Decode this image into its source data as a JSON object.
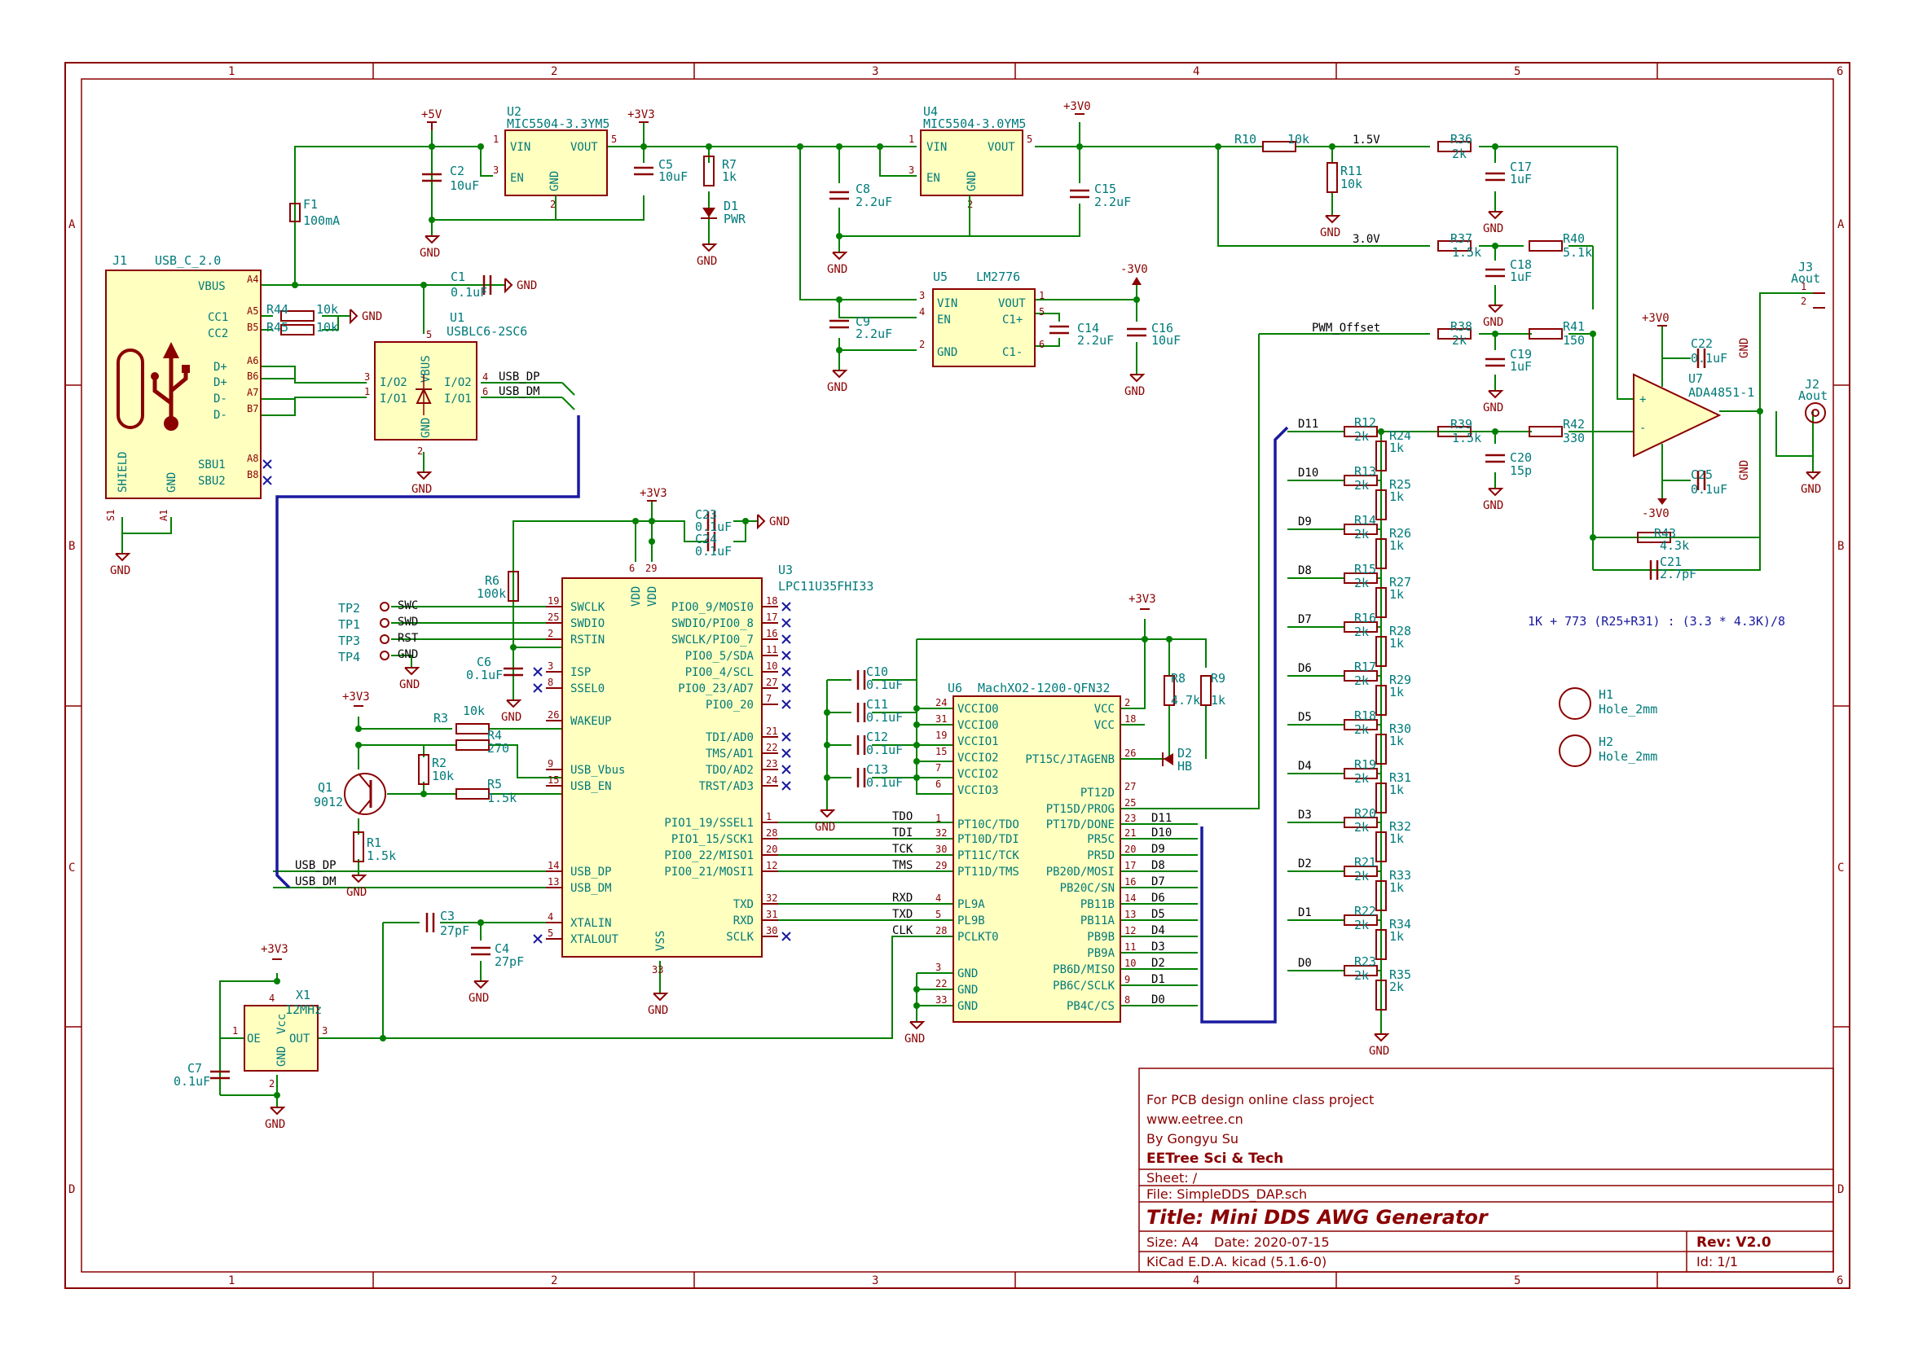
{
  "sheet": {
    "zones_x": [
      "1",
      "2",
      "3",
      "4",
      "5",
      "6"
    ],
    "zones_y": [
      "A",
      "B",
      "C",
      "D"
    ]
  },
  "parts": {
    "J1": {
      "ref": "J1",
      "value": "USB_C_2.0",
      "pins": [
        "VBUS",
        "CC1",
        "CC2",
        "D+",
        "D+",
        "D-",
        "D-",
        "SBU1",
        "SBU2",
        "SHIELD",
        "GND"
      ],
      "pinnums": [
        "A4",
        "A5",
        "B5",
        "A6",
        "B6",
        "A7",
        "B7",
        "A8",
        "B8",
        "S1",
        "A1"
      ]
    },
    "U1": {
      "ref": "U1",
      "value": "USBLC6-2SC6",
      "pins": [
        "VBUS",
        "I/O2",
        "I/O1",
        "I/O2",
        "I/O1",
        "GND"
      ],
      "pinnums": [
        "5",
        "3",
        "1",
        "4",
        "6",
        "2"
      ]
    },
    "U2": {
      "ref": "U2",
      "value": "MIC5504-3.3YM5",
      "pins": [
        "VIN",
        "EN",
        "VOUT",
        "GND"
      ],
      "pinnums": [
        "1",
        "3",
        "5",
        "2"
      ]
    },
    "U4": {
      "ref": "U4",
      "value": "MIC5504-3.0YM5",
      "pins": [
        "VIN",
        "EN",
        "VOUT",
        "GND"
      ],
      "pinnums": [
        "1",
        "3",
        "5",
        "2"
      ]
    },
    "U5": {
      "ref": "U5",
      "value": "LM2776",
      "pins": [
        "VIN",
        "EN",
        "GND",
        "VOUT",
        "C1+",
        "C1-"
      ],
      "pinnums": [
        "3",
        "4",
        "2",
        "1",
        "5",
        "6"
      ]
    },
    "U3": {
      "ref": "U3",
      "value": "LPC11U35FHI33",
      "left_pins": [
        "SWCLK",
        "SWDIO",
        "RSTIN",
        "ISP",
        "SSEL0",
        "WAKEUP",
        "USB_Vbus",
        "USB_EN",
        "USB_DP",
        "USB_DM",
        "XTALIN",
        "XTALOUT"
      ],
      "left_nums": [
        "19",
        "25",
        "2",
        "3",
        "8",
        "26",
        "9",
        "15",
        "14",
        "13",
        "4",
        "5"
      ],
      "right_pins": [
        "PIO0_9/MOSI0",
        "SWDIO/PIO0_8",
        "SWCLK/PIO0_7",
        "PIO0_5/SDA",
        "PIO0_4/SCL",
        "PIO0_23/AD7",
        "PIO0_20",
        "TDI/AD0",
        "TMS/AD1",
        "TDO/AD2",
        "TRST/AD3",
        "PIO1_19/SSEL1",
        "PIO1_15/SCK1",
        "PIO0_22/MISO1",
        "PIO0_21/MOSI1",
        "TXD",
        "RXD",
        "SCLK"
      ],
      "right_nums": [
        "18",
        "17",
        "16",
        "11",
        "10",
        "27",
        "7",
        "21",
        "22",
        "23",
        "24",
        "1",
        "28",
        "20",
        "12",
        "32",
        "31",
        "30"
      ],
      "top_pins": [
        "VDD",
        "VDD"
      ],
      "top_nums": [
        "6",
        "29"
      ],
      "bottom_pins": [
        "VSS"
      ],
      "bottom_nums": [
        "33"
      ]
    },
    "U6": {
      "ref": "U6",
      "value": "MachXO2-1200-QFN32",
      "left_pins": [
        "VCCIO0",
        "VCCIO0",
        "VCCIO1",
        "VCCIO2",
        "VCCIO2",
        "VCCIO3",
        "PT10C/TDO",
        "PT10D/TDI",
        "PT11C/TCK",
        "PT11D/TMS",
        "PL9A",
        "PL9B",
        "PCLKT0",
        "GND",
        "GND",
        "GND"
      ],
      "left_nums": [
        "24",
        "31",
        "19",
        "15",
        "7",
        "6",
        "1",
        "32",
        "30",
        "29",
        "4",
        "5",
        "28",
        "3",
        "22",
        "33"
      ],
      "right_pins": [
        "VCC",
        "VCC",
        "PT15C/JTAGENB",
        "PT12D",
        "PT15D/PROG",
        "PT17D/DONE",
        "PR5C",
        "PR5D",
        "PB20D/MOSI",
        "PB20C/SN",
        "PB11B",
        "PB11A",
        "PB9B",
        "PB9A",
        "PB6D/MISO",
        "PB6C/SCLK",
        "PB4C/CS"
      ],
      "right_nums": [
        "2",
        "18",
        "26",
        "27",
        "25",
        "23",
        "21",
        "20",
        "17",
        "16",
        "14",
        "13",
        "12",
        "11",
        "10",
        "9",
        "8"
      ]
    },
    "U7": {
      "ref": "U7",
      "value": "ADA4851-1"
    },
    "Q1": {
      "ref": "Q1",
      "value": "9012"
    },
    "X1": {
      "ref": "X1",
      "value": "12MHz",
      "pins": [
        "OE",
        "Vcc",
        "GND",
        "OUT"
      ],
      "pinnums": [
        "1",
        "4",
        "2",
        "3"
      ]
    },
    "J2": {
      "ref": "J2",
      "value": "Aout"
    },
    "J3": {
      "ref": "J3",
      "value": "Aout"
    },
    "H1": {
      "ref": "H1",
      "value": "Hole_2mm"
    },
    "H2": {
      "ref": "H2",
      "value": "Hole_2mm"
    },
    "F1": {
      "ref": "F1",
      "value": "100mA"
    },
    "D1": {
      "ref": "D1",
      "value": "PWR"
    },
    "D2": {
      "ref": "D2",
      "value": "HB"
    }
  },
  "passives": [
    {
      "ref": "C1",
      "value": "0.1uF"
    },
    {
      "ref": "C2",
      "value": "10uF"
    },
    {
      "ref": "C3",
      "value": "27pF"
    },
    {
      "ref": "C4",
      "value": "27pF"
    },
    {
      "ref": "C5",
      "value": "10uF"
    },
    {
      "ref": "C6",
      "value": "0.1uF"
    },
    {
      "ref": "C7",
      "value": "0.1uF"
    },
    {
      "ref": "C8",
      "value": "2.2uF"
    },
    {
      "ref": "C9",
      "value": "2.2uF"
    },
    {
      "ref": "C10",
      "value": "0.1uF"
    },
    {
      "ref": "C11",
      "value": "0.1uF"
    },
    {
      "ref": "C12",
      "value": "0.1uF"
    },
    {
      "ref": "C13",
      "value": "0.1uF"
    },
    {
      "ref": "C14",
      "value": "2.2uF"
    },
    {
      "ref": "C15",
      "value": "2.2uF"
    },
    {
      "ref": "C16",
      "value": "10uF"
    },
    {
      "ref": "C17",
      "value": "1uF"
    },
    {
      "ref": "C18",
      "value": "1uF"
    },
    {
      "ref": "C19",
      "value": "1uF"
    },
    {
      "ref": "C20",
      "value": "15p"
    },
    {
      "ref": "C21",
      "value": "2.7pF"
    },
    {
      "ref": "C22",
      "value": "0.1uF"
    },
    {
      "ref": "C23",
      "value": "0.1uF"
    },
    {
      "ref": "C24",
      "value": "0.1uF"
    },
    {
      "ref": "C25",
      "value": "0.1uF"
    },
    {
      "ref": "R1",
      "value": "1.5k"
    },
    {
      "ref": "R2",
      "value": "10k"
    },
    {
      "ref": "R3",
      "value": "10k"
    },
    {
      "ref": "R4",
      "value": "270"
    },
    {
      "ref": "R5",
      "value": "1.5k"
    },
    {
      "ref": "R6",
      "value": "100k"
    },
    {
      "ref": "R7",
      "value": "1k"
    },
    {
      "ref": "R8",
      "value": "4.7k"
    },
    {
      "ref": "R9",
      "value": "1k"
    },
    {
      "ref": "R10",
      "value": "10k"
    },
    {
      "ref": "R11",
      "value": "10k"
    },
    {
      "ref": "R12",
      "value": "2k"
    },
    {
      "ref": "R13",
      "value": "2k"
    },
    {
      "ref": "R14",
      "value": "2k"
    },
    {
      "ref": "R15",
      "value": "2k"
    },
    {
      "ref": "R16",
      "value": "2k"
    },
    {
      "ref": "R17",
      "value": "2k"
    },
    {
      "ref": "R18",
      "value": "2k"
    },
    {
      "ref": "R19",
      "value": "2k"
    },
    {
      "ref": "R20",
      "value": "2k"
    },
    {
      "ref": "R21",
      "value": "2k"
    },
    {
      "ref": "R22",
      "value": "2k"
    },
    {
      "ref": "R23",
      "value": "2k"
    },
    {
      "ref": "R24",
      "value": "1k"
    },
    {
      "ref": "R25",
      "value": "1k"
    },
    {
      "ref": "R26",
      "value": "1k"
    },
    {
      "ref": "R27",
      "value": "1k"
    },
    {
      "ref": "R28",
      "value": "1k"
    },
    {
      "ref": "R29",
      "value": "1k"
    },
    {
      "ref": "R30",
      "value": "1k"
    },
    {
      "ref": "R31",
      "value": "1k"
    },
    {
      "ref": "R32",
      "value": "1k"
    },
    {
      "ref": "R33",
      "value": "1k"
    },
    {
      "ref": "R34",
      "value": "1k"
    },
    {
      "ref": "R35",
      "value": "2k"
    },
    {
      "ref": "R36",
      "value": "2k"
    },
    {
      "ref": "R37",
      "value": "1.5k"
    },
    {
      "ref": "R38",
      "value": "2k"
    },
    {
      "ref": "R39",
      "value": "1.5k"
    },
    {
      "ref": "R40",
      "value": "5.1k"
    },
    {
      "ref": "R41",
      "value": "150"
    },
    {
      "ref": "R42",
      "value": "330"
    },
    {
      "ref": "R43",
      "value": "4.3k"
    },
    {
      "ref": "R44",
      "value": "10k"
    },
    {
      "ref": "R45",
      "value": "10k"
    }
  ],
  "power": {
    "p5v": "+5V",
    "p3v3": "+3V3",
    "p3v0": "+3V0",
    "m3v0": "-3V0",
    "gnd": "GND"
  },
  "nets": {
    "usb_dp": "USB_DP",
    "usb_dm": "USB_DM",
    "pwm_offset": "PWM_Offset",
    "v15": "1.5V",
    "v30": "3.0V",
    "swc": "SWC",
    "swd": "SWD",
    "rst": "RST",
    "tp_gnd": "GND",
    "tp2": "TP2",
    "tp1": "TP1",
    "tp3": "TP3",
    "tp4": "TP4",
    "tdo": "TDO",
    "tdi": "TDI",
    "tck": "TCK",
    "tms": "TMS",
    "rxd": "RXD",
    "txd": "TXD",
    "clk": "CLK",
    "d": [
      "D11",
      "D10",
      "D9",
      "D8",
      "D7",
      "D6",
      "D5",
      "D4",
      "D3",
      "D2",
      "D1",
      "D0"
    ]
  },
  "annotation": "1K + 773 (R25+R31) : (3.3 * 4.3K)/8",
  "title_block": {
    "line1": "For PCB design online class project",
    "line2": "www.eetree.cn",
    "line3": "By Gongyu Su",
    "company": "EETree Sci & Tech",
    "sheet": "Sheet: /",
    "file": "File: SimpleDDS_DAP.sch",
    "title": "Title: Mini DDS AWG Generator",
    "size": "Size: A4",
    "date": "Date: 2020-07-15",
    "rev": "Rev: V2.0",
    "tool": "KiCad E.D.A.  kicad (5.1.6-0)",
    "id": "Id: 1/1"
  }
}
